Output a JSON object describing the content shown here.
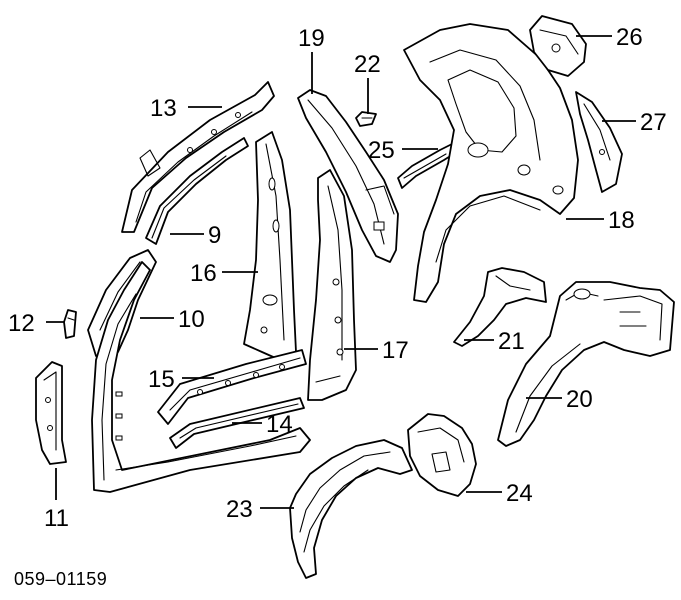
{
  "diagram_number": "059–01159",
  "callouts": {
    "c9": "9",
    "c10": "10",
    "c11": "11",
    "c12": "12",
    "c13": "13",
    "c14": "14",
    "c15": "15",
    "c16": "16",
    "c17": "17",
    "c18": "18",
    "c19": "19",
    "c20": "20",
    "c21": "21",
    "c22": "22",
    "c23": "23",
    "c24": "24",
    "c25": "25",
    "c26": "26",
    "c27": "27"
  }
}
